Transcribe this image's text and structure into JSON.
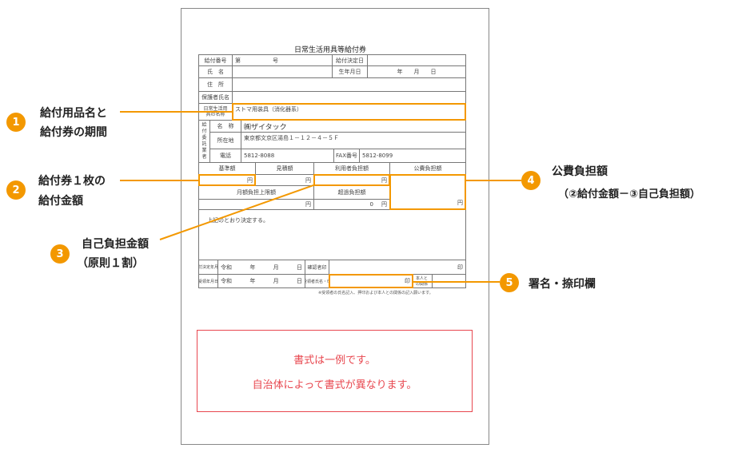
{
  "form": {
    "title": "日常生活用具等給付券",
    "r1": {
      "label": "給付番号",
      "no": "第",
      "go": "号",
      "decision_label": "給付決定日"
    },
    "r2": {
      "label": "氏　名",
      "birth_label": "生年月日",
      "birth_value": "年　　月　　日"
    },
    "r3": {
      "label": "住　所"
    },
    "r4": {
      "label": "保護者氏名"
    },
    "r5": {
      "label": "日常生活用具の名称",
      "value": "ストマ用装具（消化器系）"
    },
    "vendor": {
      "group": "給付委託業者",
      "name_label": "名　称",
      "name_value": "㈱ザイタック",
      "addr_label": "所在地",
      "addr_value": "東京都文京区湯島１－１２－４－５Ｆ",
      "tel_label": "電話",
      "tel_value": "5812-8088",
      "fax_label": "FAX番号",
      "fax_value": "5812-8099"
    },
    "amounts": {
      "h1": "基準額",
      "h2": "見積額",
      "h3": "利用者負担額",
      "h4": "公費負担額",
      "yen": "円",
      "monthly_label": "月額負担上限額",
      "excess_label": "超過負担額",
      "excess_value": "0"
    },
    "decision_text": "上記のとおり決定する。",
    "b1": {
      "label": "給付決定年月日",
      "era": "令和",
      "y": "年",
      "m": "月",
      "d": "日",
      "conf": "確認者印",
      "seal": "印"
    },
    "b2": {
      "label": "受領年月日",
      "era": "令和",
      "y": "年",
      "m": "月",
      "d": "日",
      "recv": "受領者氏名・印",
      "seal": "印",
      "rel": "本人との関係"
    },
    "note": "※受領者の氏名記入、押印および本人との関係の記入願います。"
  },
  "callouts": [
    {
      "num": "1",
      "lines": [
        "給付用品名と",
        "給付券の期間"
      ]
    },
    {
      "num": "2",
      "lines": [
        "給付券１枚の",
        "給付金額"
      ]
    },
    {
      "num": "3",
      "lines": [
        "自己負担金額",
        "（原則１割）"
      ]
    },
    {
      "num": "4",
      "lines": [
        "公費負担額",
        "（②給付金額－③自己負担額）"
      ]
    },
    {
      "num": "5",
      "lines": [
        "署名・捺印欄"
      ]
    }
  ],
  "notice": [
    "書式は一例です。",
    "自治体によって書式が異なります。"
  ],
  "colors": {
    "accent": "#f39800",
    "notice": "#e8474f"
  }
}
